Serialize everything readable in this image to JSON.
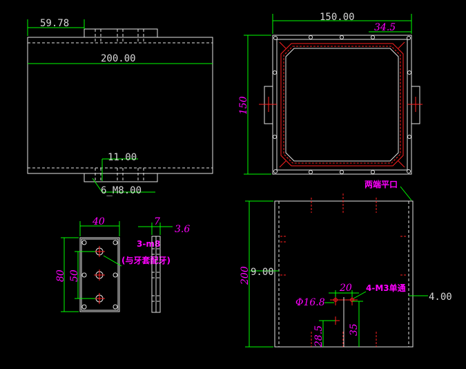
{
  "dimensions": {
    "top_left_width": "59.78",
    "top_left_length": "200.00",
    "top_left_offset": "11.00",
    "top_left_thread": "6_M8.00",
    "top_right_width": "150.00",
    "top_right_corner": "34.5",
    "top_right_height": "150",
    "plate_width": "40",
    "plate_height": "80",
    "plate_pitch": "50",
    "plate_side_thickness": "7",
    "plate_side_step": "3.6",
    "plate_holes_note": "3-m8",
    "plate_holes_note_2": "(与牙套配牙)",
    "bottom_right_end_note": "两端平口",
    "bottom_right_height": "200",
    "bottom_right_offset": "9.00",
    "bottom_right_pitch": "20",
    "bottom_right_holes_note": "4-M3单通",
    "bottom_right_edge": "4.00",
    "bottom_right_diameter": "Φ16.8",
    "bottom_right_low_1": "28.5",
    "bottom_right_low_2": "35"
  },
  "colors": {
    "background": "#000000",
    "dimension_lines": "#00ff00",
    "outline": "#e6e6e6",
    "frame_inner": "#ff2020",
    "annotation": "#ff00ff"
  }
}
